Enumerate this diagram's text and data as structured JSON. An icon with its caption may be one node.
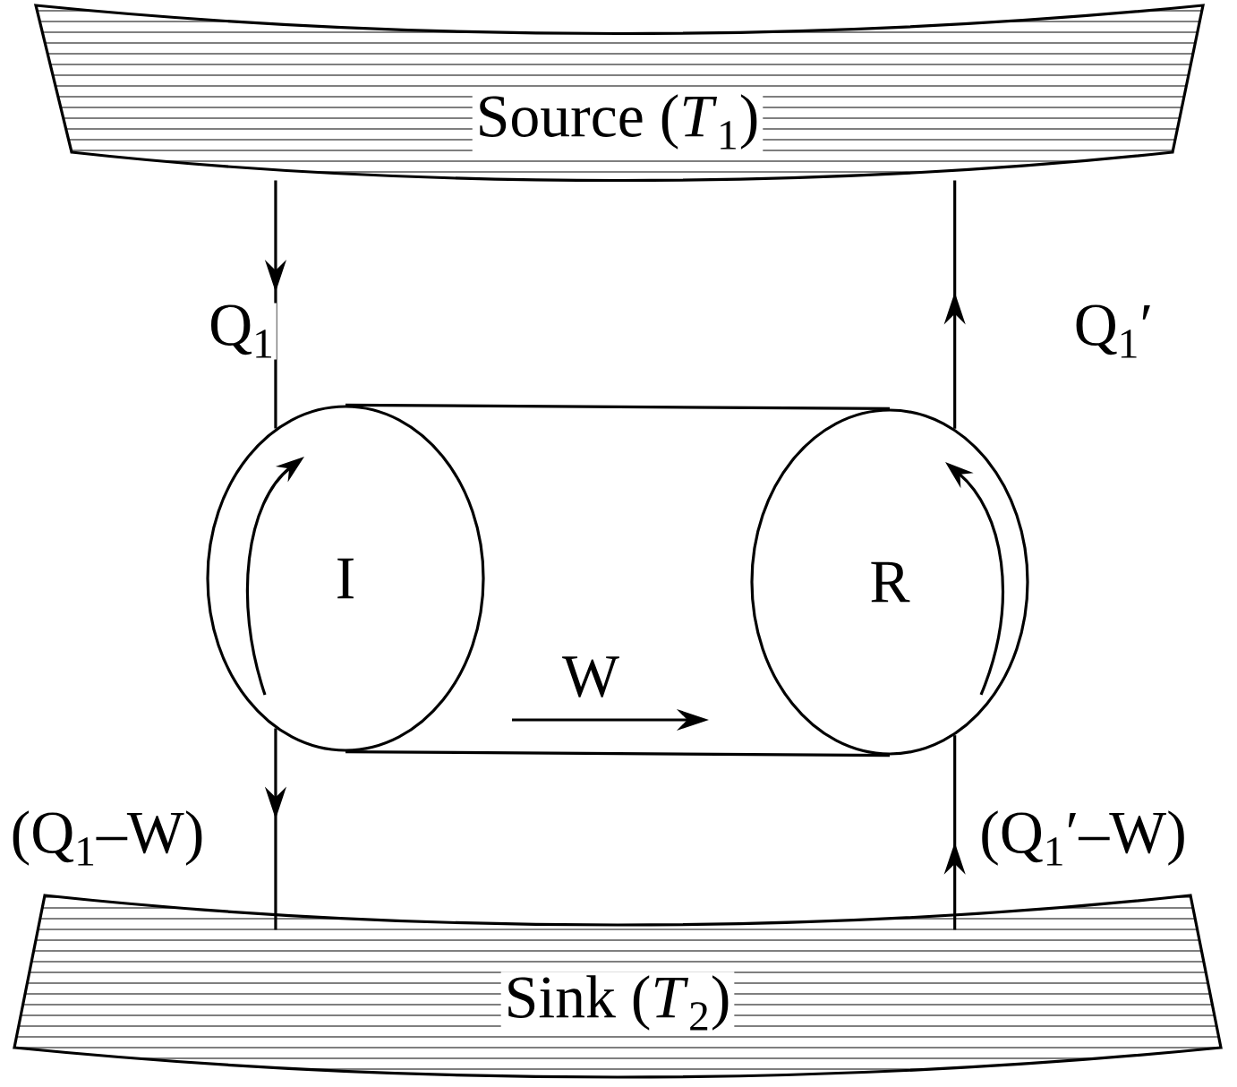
{
  "diagram": {
    "nodes": [
      {
        "text": [
          "Source (*T*$_{1}$)"
        ]
      },
      {
        "text": [
          "Sink (*T*$_{2}$)"
        ]
      },
      {
        "text": [
          "I"
        ]
      },
      {
        "text": [
          "R"
        ]
      }
    ],
    "edges": [
      {
        "from": 0,
        "to": 2,
        "arrow": "to",
        "label": "Q$_{1}$"
      },
      {
        "from": 2,
        "to": 1,
        "arrow": "to",
        "label": "(Q$_{1}$–W)"
      },
      {
        "from": 1,
        "to": 3,
        "arrow": "to",
        "label": "(Q$_{1}$′–W)"
      },
      {
        "from": 3,
        "to": 0,
        "arrow": "to",
        "label": "Q$_{1}$′"
      },
      {
        "from": 2,
        "to": 3,
        "arrow": "none"
      },
      {
        "from": 2,
        "to": 3,
        "arrow": "none"
      }
    ],
    "labels": [
      "W"
    ]
  }
}
